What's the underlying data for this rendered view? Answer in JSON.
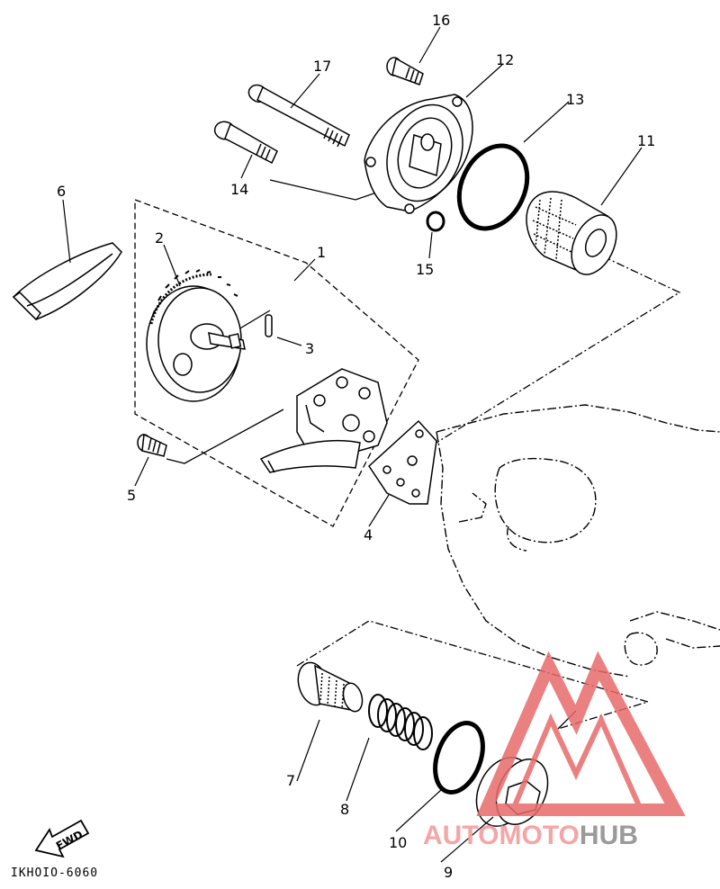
{
  "callouts": {
    "p1": "1",
    "p2": "2",
    "p3": "3",
    "p4": "4",
    "p5": "5",
    "p6": "6",
    "p7": "7",
    "p8": "8",
    "p9": "9",
    "p10": "10",
    "p11": "11",
    "p12": "12",
    "p13": "13",
    "p14": "14",
    "p15": "15",
    "p16": "16",
    "p17": "17"
  },
  "fwd_label": "FWD",
  "diagram_code": "IKHOIO-6060",
  "watermark": {
    "part_a": "AUTOMOTO",
    "part_b": "HUB"
  },
  "colors": {
    "ink": "#000000",
    "watermark_red": "#e86a6a",
    "watermark_gray": "#9a9a9a"
  }
}
